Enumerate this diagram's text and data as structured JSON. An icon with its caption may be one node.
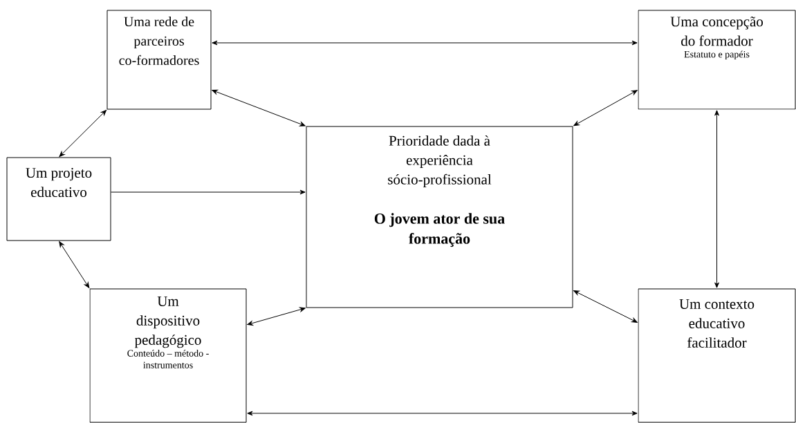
{
  "diagram": {
    "nodes": [
      {
        "text": [
          "Uma rede de parceiros co-formadores"
        ]
      },
      {
        "text": [
          "Uma concepção do formador",
          "Estatuto e papéis"
        ]
      },
      {
        "text": [
          "Um projeto educativo"
        ]
      },
      {
        "text": [
          "Prioridade dada à experiência sócio-profissional",
          "O jovem ator de sua formação"
        ]
      },
      {
        "text": [
          "Um dispositivo pedagógico",
          "Conteúdo – método - instrumentos"
        ]
      },
      {
        "text": [
          "Um contexto educativo facilitador"
        ]
      }
    ],
    "edges": [
      {
        "from": 0,
        "to": 1,
        "arrow": "both"
      },
      {
        "from": 0,
        "to": 3,
        "arrow": "both"
      },
      {
        "from": 1,
        "to": 3,
        "arrow": "both"
      },
      {
        "from": 2,
        "to": 0,
        "arrow": "both"
      },
      {
        "from": 2,
        "to": 3,
        "arrow": "to"
      },
      {
        "from": 2,
        "to": 4,
        "arrow": "both"
      },
      {
        "from": 4,
        "to": 3,
        "arrow": "both"
      },
      {
        "from": 1,
        "to": 5,
        "arrow": "both"
      },
      {
        "from": 3,
        "to": 5,
        "arrow": "both"
      },
      {
        "from": 4,
        "to": 5,
        "arrow": "both"
      }
    ]
  }
}
